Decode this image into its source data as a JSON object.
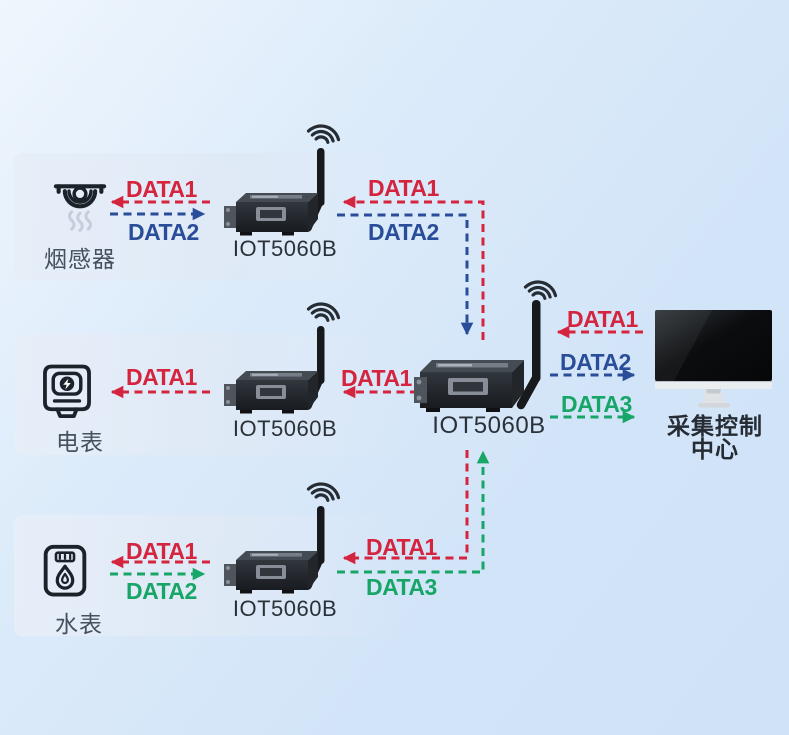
{
  "diagram": {
    "device_model": "IOT5060B",
    "control_center": {
      "line1": "采集控制",
      "line2": "中心"
    },
    "sensors": [
      {
        "name": "烟感器"
      },
      {
        "name": "电表"
      },
      {
        "name": "水表"
      }
    ],
    "nodes": {
      "node1": "IOT5060B",
      "node2": "IOT5060B",
      "node3": "IOT5060B",
      "hub": "IOT5060B"
    },
    "labels": {
      "r1l_data1": "DATA1",
      "r1l_data2": "DATA2",
      "r1r_data1": "DATA1",
      "r1r_data2": "DATA2",
      "r2l_data1": "DATA1",
      "r2r_data1": "DATA1",
      "r3l_data1": "DATA1",
      "r3l_data2": "DATA2",
      "r3r_data1": "DATA1",
      "r3r_data3": "DATA3",
      "hub_data1": "DATA1",
      "hub_data2": "DATA2",
      "hub_data3": "DATA3"
    },
    "colors": {
      "data1": "#d5243e",
      "data2": "#2a4d99",
      "data3": "#17a667"
    }
  }
}
